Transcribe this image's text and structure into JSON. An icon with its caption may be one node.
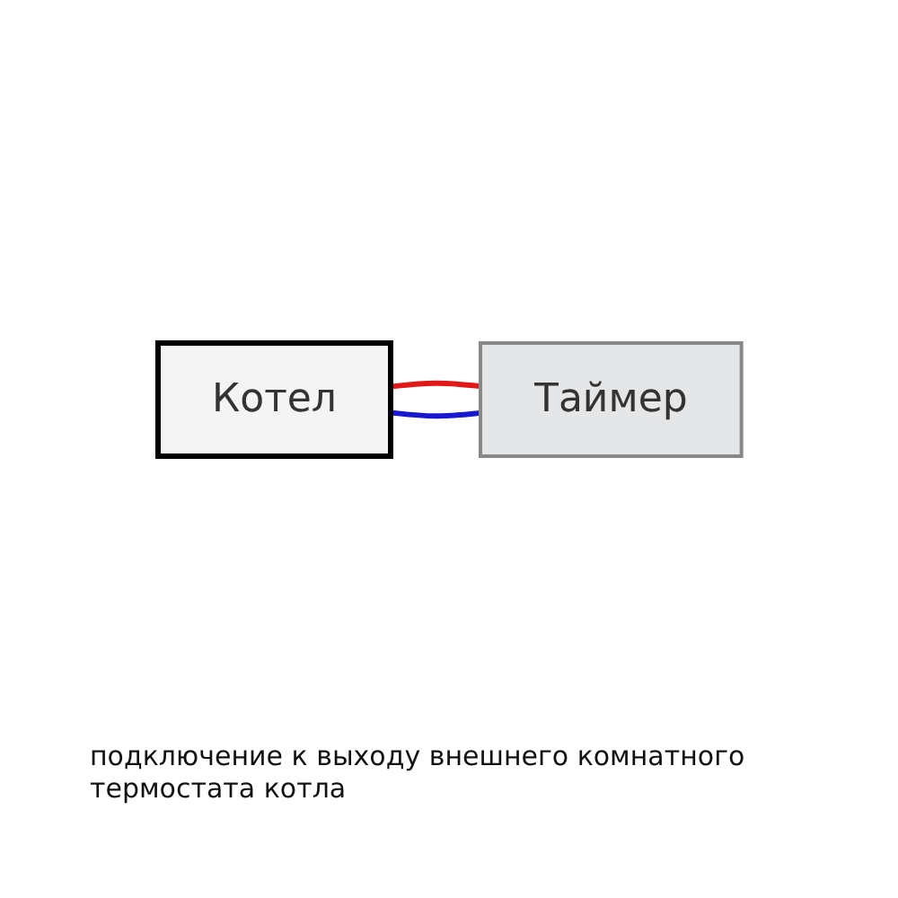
{
  "diagram": {
    "caption": "подключение к выходу внешнего комнатного термостата котла",
    "nodes": [
      {
        "text": [
          "Котел"
        ]
      },
      {
        "text": [
          "Таймер"
        ]
      }
    ],
    "edges": [
      {
        "from": 0,
        "to": 1,
        "arrow": "none",
        "color": "#e01818"
      },
      {
        "from": 0,
        "to": 1,
        "arrow": "none",
        "color": "#1818d0"
      }
    ]
  }
}
